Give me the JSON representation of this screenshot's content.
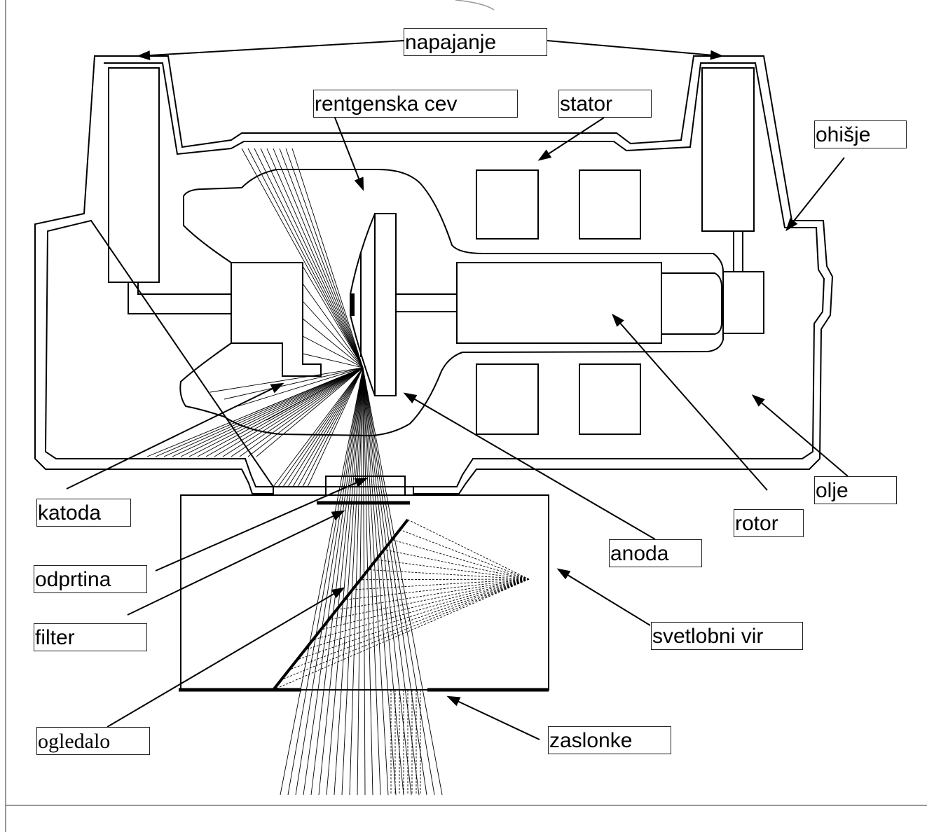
{
  "labels": {
    "napajanje": "napajanje",
    "rentgenska_cev": "rentgenska cev",
    "stator": "stator",
    "ohisje": "ohišje",
    "katoda": "katoda",
    "odprtina": "odprtina",
    "filter": "filter",
    "ogledalo": "ogledalo",
    "anoda": "anoda",
    "rotor": "rotor",
    "olje": "olje",
    "svetlobni_vir": "svetlobni vir",
    "zaslonke": "zaslonke"
  },
  "colors": {
    "line": "#000000",
    "background": "#ffffff",
    "label_border": "#222222"
  }
}
